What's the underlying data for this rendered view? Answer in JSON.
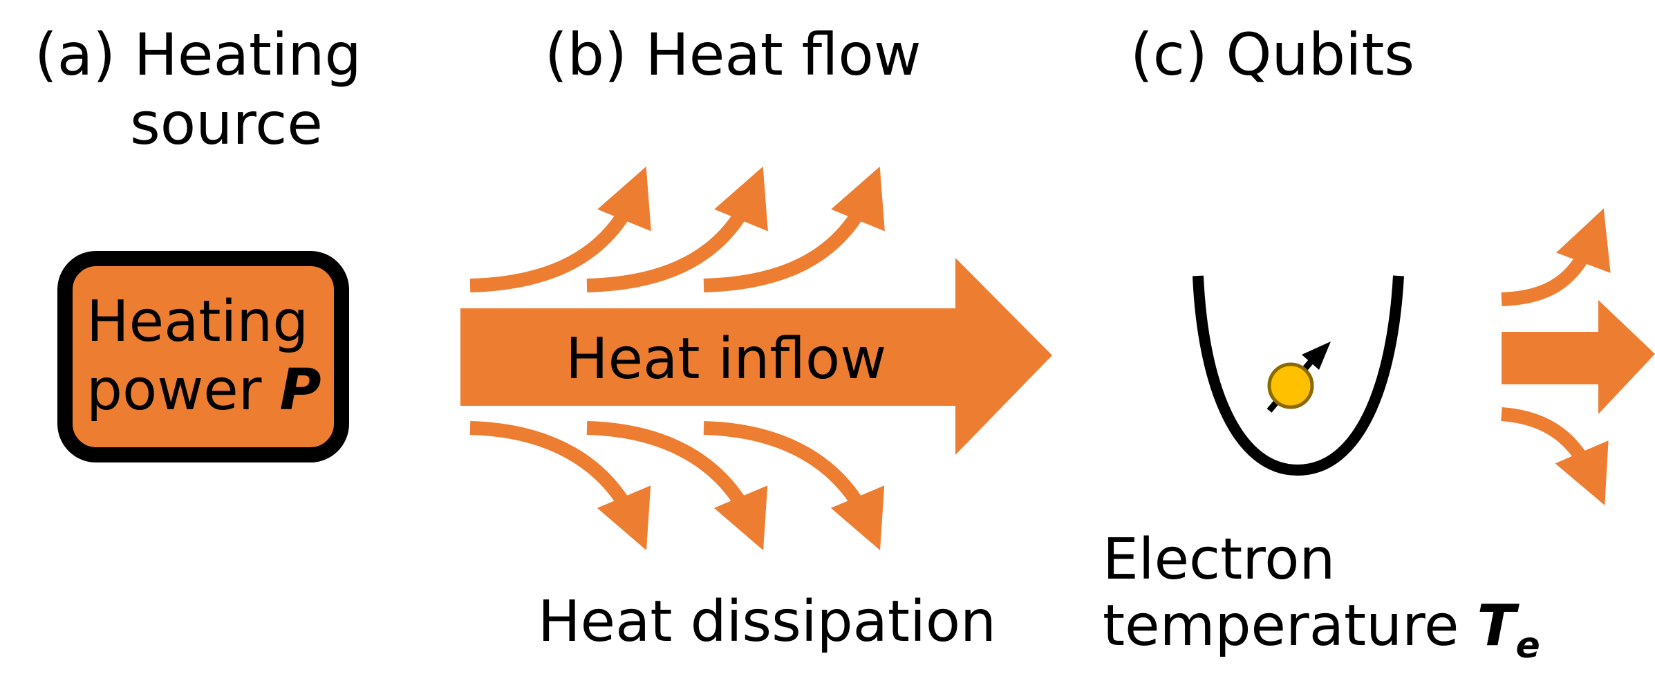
{
  "section_a": {
    "title_line1": "(a) Heating",
    "title_line2": "source",
    "box_label_line1": "Heating",
    "box_label_line2": "power ",
    "box_label_symbol": "P"
  },
  "section_b": {
    "title": "(b) Heat flow",
    "inflow_label": "Heat inflow",
    "dissipation_label": "Heat dissipation"
  },
  "section_c": {
    "title": "(c) Qubits",
    "label_line1": "Electron",
    "label_line2": "temperature ",
    "label_symbol": "T",
    "label_subscript": "e"
  },
  "colors": {
    "accent_orange": "#ED7D31",
    "electron_yellow": "#FFC000",
    "outline": "#000000"
  },
  "icons": {
    "heat_arrow": "orange-arrow-icon",
    "potential_well": "u-shaped-well-icon",
    "electron": "spin-electron-icon"
  }
}
